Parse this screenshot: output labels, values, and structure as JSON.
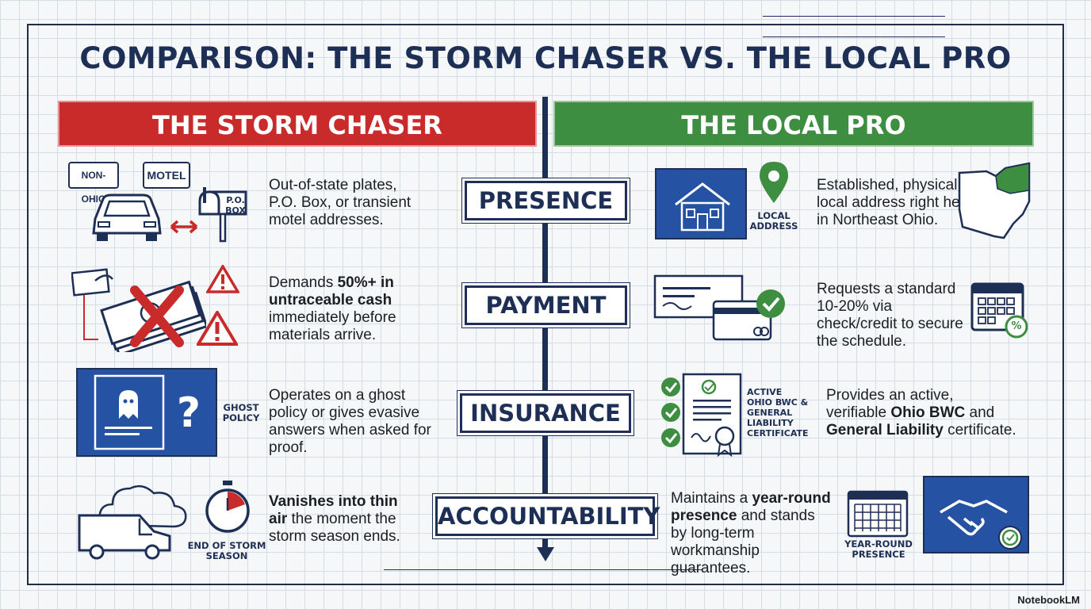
{
  "title": "COMPARISON: THE STORM CHASER VS. THE LOCAL PRO",
  "left_banner": "THE STORM CHASER",
  "right_banner": "THE LOCAL PRO",
  "colors": {
    "red": "#c92a2a",
    "green": "#3e8e41",
    "navy": "#1d2f55",
    "blueprint": "#2552a3"
  },
  "categories": {
    "presence": "PRESENCE",
    "payment": "PAYMENT",
    "insurance": "INSURANCE",
    "accountability": "ACCOUNTABILITY"
  },
  "chaser": {
    "presence": {
      "plate": "NON-OHIO",
      "motel": "MOTEL",
      "po_box": "P.O. BOX",
      "text": "Out-of-state plates, P.O. Box, or transient motel addresses."
    },
    "payment": {
      "pre": "Demands ",
      "bold": "50%+ in untraceable cash",
      "post": " immediately before materials arrive."
    },
    "insurance": {
      "caption": "GHOST POLICY",
      "text": "Operates on a ghost policy or gives evasive answers when asked for proof."
    },
    "accountability": {
      "caption": "END OF STORM SEASON",
      "bold": "Vanishes into thin air",
      "post": " the moment the storm season ends."
    }
  },
  "pro": {
    "presence": {
      "caption": "LOCAL ADDRESS",
      "text": "Established, physical local address right here in Northeast Ohio."
    },
    "payment": {
      "calendar_badge": "%",
      "text": "Requests a standard 10-20% via check/credit to secure the schedule."
    },
    "insurance": {
      "caption": "ACTIVE OHIO BWC & GENERAL LIABILITY CERTIFICATE",
      "pre": "Provides an active, verifiable ",
      "bold1": "Ohio BWC",
      "mid": " and ",
      "bold2": "General Liability",
      "post": " certificate."
    },
    "accountability": {
      "caption": "YEAR-ROUND PRESENCE",
      "pre": "Maintains a ",
      "bold": "year-round presence",
      "post": " and stands by long-term workmanship guarantees."
    }
  },
  "brand": "NotebookLM"
}
